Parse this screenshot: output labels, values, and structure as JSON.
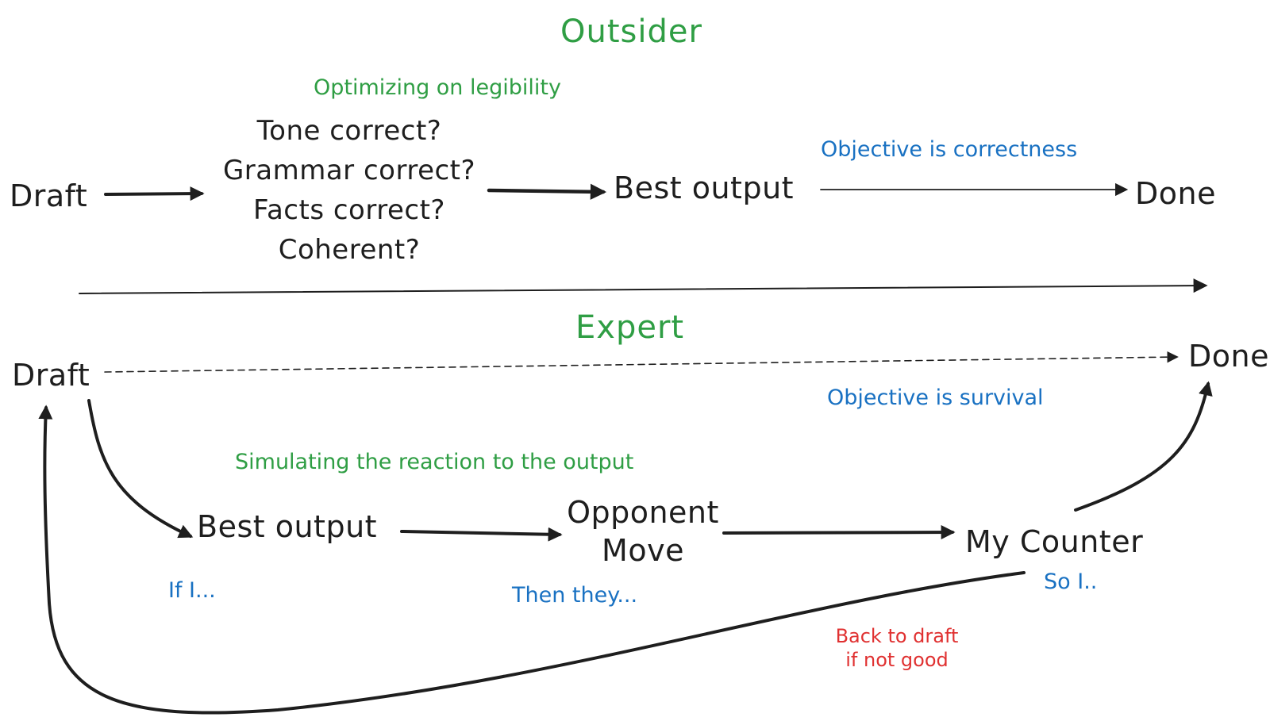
{
  "outsider": {
    "title": "Outsider",
    "subtitle": "Optimizing on legibility",
    "draft": "Draft",
    "checks": [
      "Tone correct?",
      "Grammar correct?",
      "Facts correct?",
      "Coherent?"
    ],
    "best_output": "Best output",
    "objective": "Objective is correctness",
    "done": "Done"
  },
  "expert": {
    "title": "Expert",
    "draft": "Draft",
    "done": "Done",
    "objective": "Objective is survival",
    "subtitle": "Simulating the reaction to the output",
    "best_output": "Best output",
    "opponent_line1": "Opponent",
    "opponent_line2": "Move",
    "counter": "My Counter",
    "if_i": "If I...",
    "then_they": "Then they...",
    "so_i": "So I..",
    "back_line1": "Back to draft",
    "back_line2": "if not good"
  },
  "colors": {
    "ink": "#1e1e1e",
    "green": "#2f9e44",
    "blue": "#1971c2",
    "red": "#e03131"
  }
}
